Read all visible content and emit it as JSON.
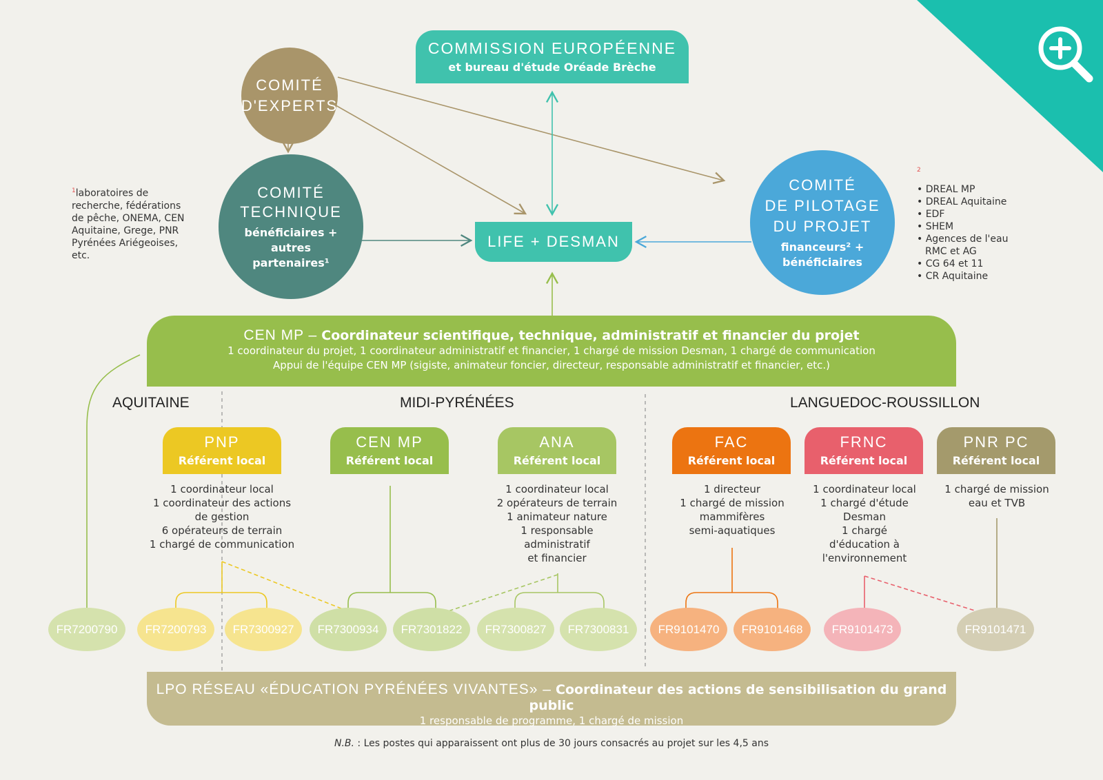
{
  "colors": {
    "teal": "#40c2ad",
    "olive_gold": "#a9956a",
    "dark_teal": "#4f877f",
    "blue": "#4ba8d9",
    "green": "#97be4c",
    "pnp_yellow": "#ecc823",
    "ana_green": "#a7c663",
    "fac_orange": "#ec7411",
    "frnc_red": "#e8606c",
    "pnrpc_olive": "#a49a6c",
    "lpo_beige": "#c4bb90",
    "background": "#f2f1ec"
  },
  "top": {
    "comite_experts": [
      "COMITÉ",
      "D'EXPERTS"
    ],
    "commission": {
      "title": "COMMISSION EUROPÉENNE",
      "subtitle": "et bureau d'étude Oréade Brèche"
    },
    "comite_technique": {
      "title": [
        "COMITÉ",
        "TECHNIQUE"
      ],
      "sub": [
        "bénéficiaires +",
        "autres",
        "partenaires¹"
      ]
    },
    "life_desman": "LIFE + DESMAN",
    "comite_pilotage": {
      "title": [
        "COMITÉ",
        "DE PILOTAGE",
        "DU PROJET"
      ],
      "sub": [
        "financeurs² +",
        "bénéficiaires"
      ]
    }
  },
  "footnote1": {
    "mark": "1",
    "lines": [
      "laboratoires de",
      "recherche, fédérations",
      "de pêche, ONEMA, CEN",
      "Aquitaine, Grege, PNR",
      "Pyrénées Ariégeoises,",
      "etc."
    ]
  },
  "footnote2": {
    "mark": "2",
    "items": [
      "• DREAL MP",
      "• DREAL Aquitaine",
      "• EDF",
      "• SHEM",
      "• Agences de l'eau",
      "RMC et AG",
      "• CG 64 et 11",
      "• CR Aquitaine"
    ]
  },
  "cen_band": {
    "name": "CEN MP –",
    "role": "Coordinateur scientifique, technique, administratif et financier du projet",
    "line1": "1 coordinateur du projet, 1 coordinateur administratif et financier, 1 chargé de mission Desman, 1 chargé de  communication",
    "line2": "Appui de l'équipe CEN MP (sigiste, animateur foncier, directeur, responsable administratif et financier, etc.)"
  },
  "regions": {
    "aquitaine": "AQUITAINE",
    "midi": "MIDI-PYRÉNÉES",
    "languedoc": "LANGUEDOC-ROUSSILLON"
  },
  "partners": [
    {
      "name": "PNP",
      "role": "Référent local",
      "desc": [
        "1 coordinateur local",
        "1 coordinateur des actions",
        "de gestion",
        "6 opérateurs de terrain",
        "1 chargé de communication"
      ]
    },
    {
      "name": "CEN MP",
      "role": "Référent local",
      "desc": []
    },
    {
      "name": "ANA",
      "role": "Référent local",
      "desc": [
        "1 coordinateur local",
        "2 opérateurs de terrain",
        "1 animateur nature",
        "1 responsable",
        "administratif",
        "et financier"
      ]
    },
    {
      "name": "FAC",
      "role": "Référent local",
      "desc": [
        "1 directeur",
        "1 chargé de mission",
        "mammifères",
        "semi-aquatiques"
      ]
    },
    {
      "name": "FRNC",
      "role": "Référent local",
      "desc": [
        "1 coordinateur local",
        "1 chargé d'étude",
        "Desman",
        "1 chargé",
        "d'éducation à",
        "l'environnement"
      ]
    },
    {
      "name": "PNR PC",
      "role": "Référent local",
      "desc": [
        "1 chargé de mission",
        "eau et TVB"
      ]
    }
  ],
  "sites": [
    "FR7200790",
    "FR7200793",
    "FR7300927",
    "FR7300934",
    "FR7301822",
    "FR7300827",
    "FR7300831",
    "FR9101470",
    "FR9101468",
    "FR9101473",
    "FR9101471"
  ],
  "lpo": {
    "name": "LPO RÉSEAU «ÉDUCATION PYRÉNÉES VIVANTES» –",
    "role": "Coordinateur des actions de sensibilisation du grand public",
    "line": "1 responsable de programme, 1 chargé de mission"
  },
  "note": {
    "label": "N.B.",
    "text": " : Les postes qui apparaissent ont plus de 30 jours consacrés au projet sur les 4,5 ans"
  },
  "icons": {
    "zoom": "zoom-in-icon"
  }
}
